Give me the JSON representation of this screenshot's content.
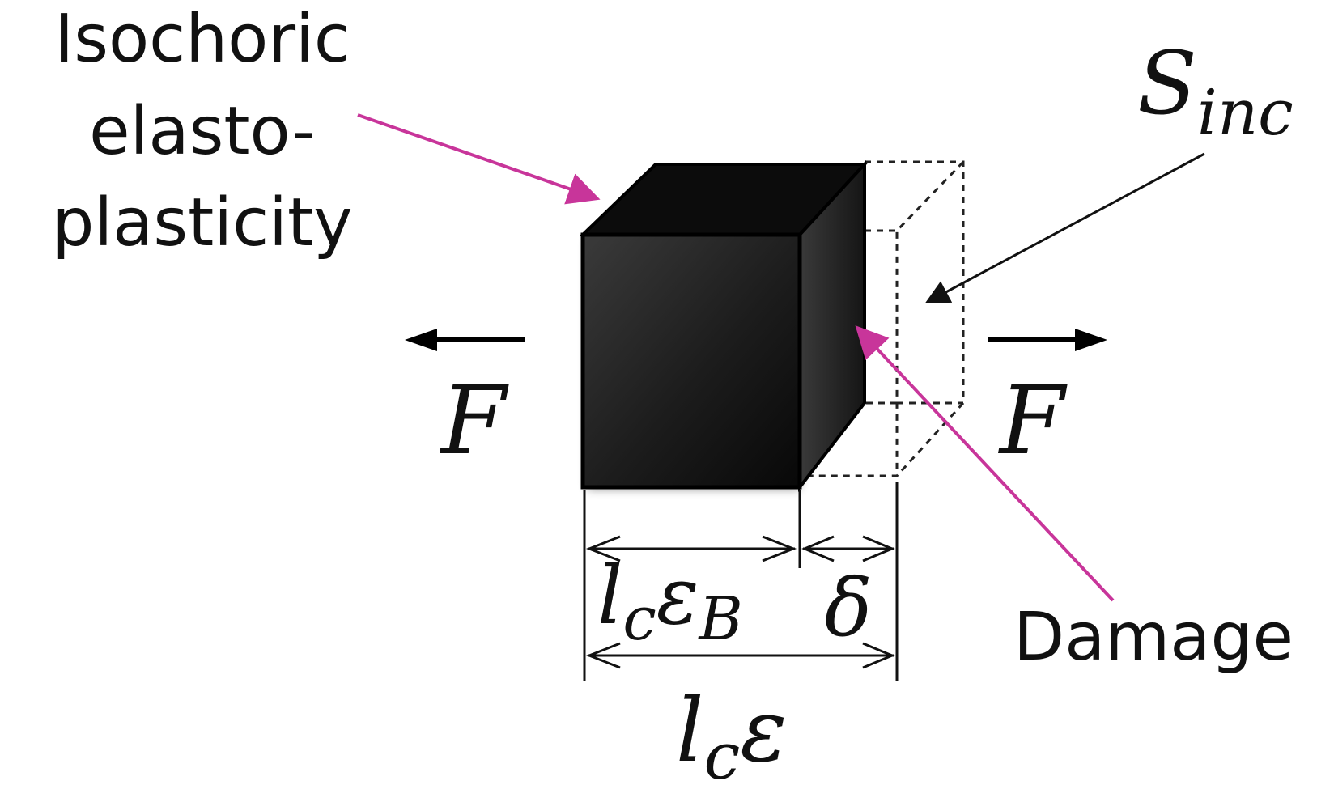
{
  "labels": {
    "isochoric_line1": "Isochoric",
    "isochoric_line2": "elasto-",
    "isochoric_line3": "plasticity",
    "damage": "Damage",
    "force_left": "F",
    "force_right": "F",
    "s_main": "S",
    "s_sub": "inc",
    "lc_eb_l": "l",
    "lc_eb_c": "c",
    "lc_eb_eps": "ε",
    "lc_eb_b": "B",
    "delta": "δ",
    "lc_e_l": "l",
    "lc_e_c": "c",
    "lc_e_eps": "ε"
  },
  "colors": {
    "accent_arrow": "#c8359a",
    "ink": "#111111",
    "cube_front": "#1e1e1e",
    "cube_top": "#0d0d0d",
    "cube_side": "#262626"
  }
}
